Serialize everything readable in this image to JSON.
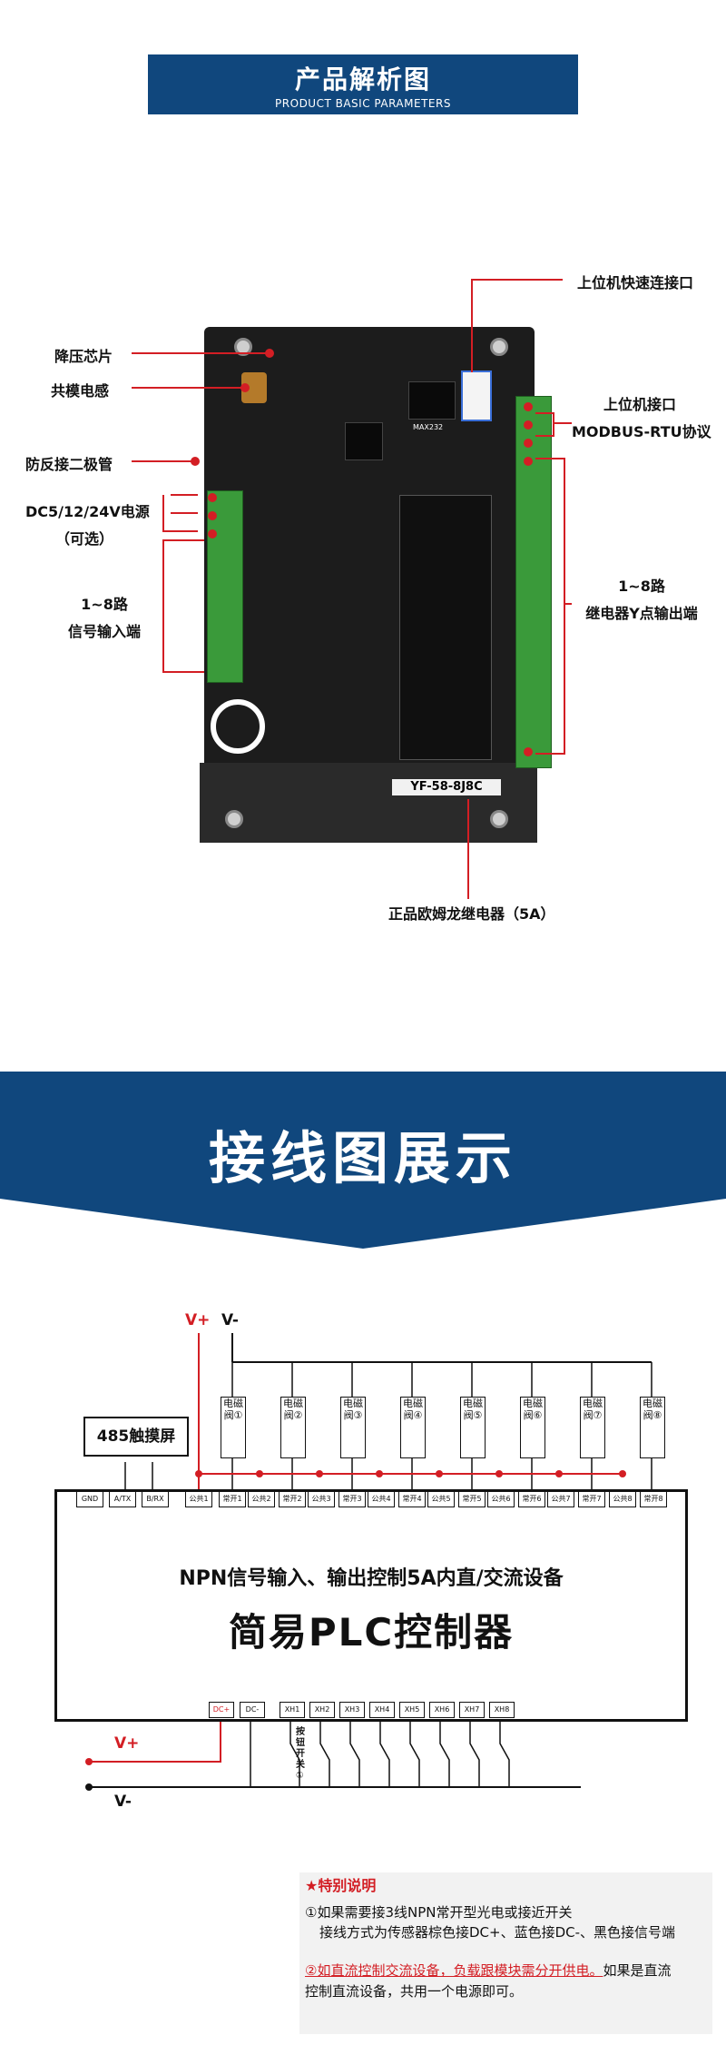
{
  "header": {
    "title_cn": "产品解析图",
    "title_en": "PRODUCT BASIC PARAMETERS"
  },
  "labels": {
    "quick_port": "上位机快速连接口",
    "buck_chip": "降压芯片",
    "cm_inductor": "共模电感",
    "reverse_diode": "防反接二极管",
    "power_line1": "DC5/12/24V电源",
    "power_line2": "（可选）",
    "input_line1": "1~8路",
    "input_line2": "信号输入端",
    "host_port_line1": "上位机接口",
    "host_port_line2": "MODBUS-RTU协议",
    "output_line1": "1~8路",
    "output_line2": "继电器Y点输出端",
    "relay": "正品欧姆龙继电器（5A）"
  },
  "board": {
    "model": "YF-58-8J8C",
    "chip_label": "MAX232"
  },
  "section2": {
    "title": "接线图展示"
  },
  "diagram": {
    "v_plus": "V+",
    "v_minus": "V-",
    "touch_screen": "485触摸屏",
    "top_terminals": [
      "GND",
      "A/TX",
      "B/RX",
      "公共1",
      "常开1",
      "公共2",
      "常开2",
      "公共3",
      "常开3",
      "公共4",
      "常开4",
      "公共5",
      "常开5",
      "公共6",
      "常开6",
      "公共7",
      "常开7",
      "公共8",
      "常开8"
    ],
    "coils": [
      "电磁阀①",
      "电磁阀②",
      "电磁阀③",
      "电磁阀④",
      "电磁阀⑤",
      "电磁阀⑥",
      "电磁阀⑦",
      "电磁阀⑧"
    ],
    "line1": "NPN信号输入、输出控制5A内直/交流设备",
    "line2": "简易PLC控制器",
    "bottom_terminals": [
      "DC+",
      "DC-",
      "XH1",
      "XH2",
      "XH3",
      "XH4",
      "XH5",
      "XH6",
      "XH7",
      "XH8"
    ],
    "switch_label": "按钮开关①",
    "bottom_v_plus": "V+",
    "bottom_v_minus": "V-"
  },
  "notes": {
    "title": "★特别说明",
    "n1a": "①如果需要接3线NPN常开型光电或接近开关",
    "n1b": "接线方式为传感器棕色接DC+、蓝色接DC-、黑色接信号端",
    "n2a_red": "②如直流控制交流设备，负载跟模块需分开供电。",
    "n2a_black": "如果是直流",
    "n2b": "控制直流设备，共用一个电源即可。"
  },
  "colors": {
    "brand_blue": "#10477d",
    "accent_red": "#d31e24"
  }
}
